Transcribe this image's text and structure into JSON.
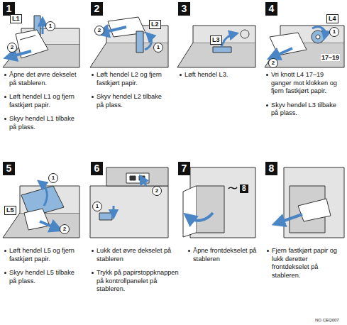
{
  "diagram": {
    "nodes": [
      {
        "text": [
          "1"
        ]
      },
      {
        "text": [
          "2"
        ]
      },
      {
        "text": [
          "3"
        ]
      },
      {
        "text": [
          "4"
        ]
      },
      {
        "text": [
          "5"
        ]
      },
      {
        "text": [
          "6"
        ]
      },
      {
        "text": [
          "7"
        ]
      },
      {
        "text": [
          "8"
        ]
      }
    ],
    "labels": [
      "L1",
      "1",
      "2",
      "Åpne det øvre dekselet på stableren.",
      "Løft hendel L1 og fjern fastkjørt papir.",
      "Skyv hendel L1 tilbake på plass.",
      "2",
      "L2",
      "1",
      "Løft hendel L2 og fjern fastkjørt papir.",
      "Skyv hendel L2 tilbake på plass.",
      "L3",
      "Løft hendel L3.",
      "L4",
      "1",
      "17–19",
      "2",
      "Vri knott L4 17–19 ganger mot klokken og fjern fastkjørt papir.",
      "Skyv hendel L3 tilbake på plass.",
      "1",
      "L5",
      "2",
      "Løft hendel L5 og fjern fastkjørt papir.",
      "Skyv hendel L5 tilbake på plass.",
      "2",
      "1",
      "Lukk det øvre dekselet på stableren",
      "Trykk på papirstoppknappen på kontrollpanelet på stableren.",
      "8",
      "Åpne frontdekselet på stableren",
      "Fjern fastkjørt papir og lukk deretter frontdekselet på stableren.",
      "NO CEQ007"
    ]
  }
}
